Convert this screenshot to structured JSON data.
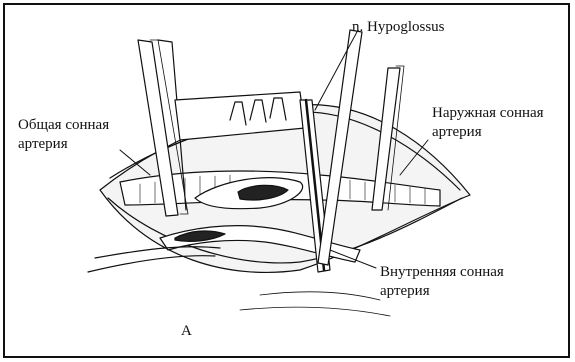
{
  "figure": {
    "labels": {
      "hypoglossus": "n. Hypoglossus",
      "common_line1": "Общая сонная",
      "common_line2": "артерия",
      "external_line1": "Наружная сонная",
      "external_line2": "артерия",
      "internal_line1": "Внутренняя сонная",
      "internal_line2": "артерия",
      "panel": "A"
    },
    "colors": {
      "ink": "#111111",
      "background": "#ffffff"
    }
  }
}
